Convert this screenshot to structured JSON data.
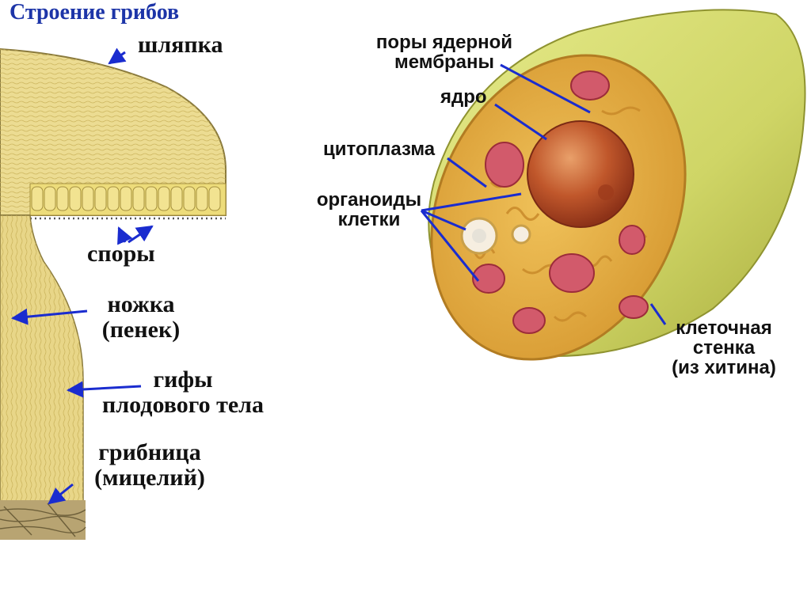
{
  "title": "Строение грибов",
  "labels": {
    "cap": "шляпка",
    "spores": "споры",
    "stalk_1": "ножка",
    "stalk_2": "(пенек)",
    "hyphae_1": "гифы",
    "hyphae_2": "плодового тела",
    "mycelium_1": "грибница",
    "mycelium_2": "(мицелий)",
    "pores_1": "поры ядерной",
    "pores_2": "мембраны",
    "nucleus": "ядро",
    "cytoplasm": "цитоплазма",
    "organoids_1": "органоиды",
    "organoids_2": "клетки",
    "wall_1": "клеточная",
    "wall_2": "стенка",
    "wall_3": "(из хитина)"
  },
  "colors": {
    "title": "#1d35a8",
    "pointer": "#1a2ccf",
    "mushroom": "#e9d98a",
    "cell_wall": "#d8df6a",
    "cytoplasm": "#e6b447",
    "nucleus": "#c0572b",
    "organelle": "#d25a6b"
  }
}
